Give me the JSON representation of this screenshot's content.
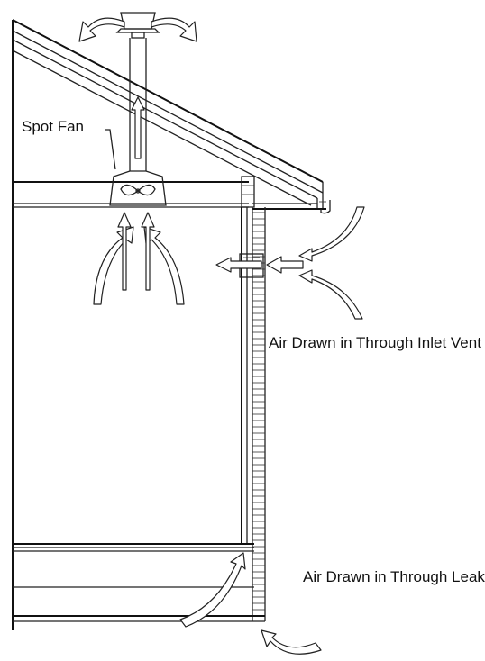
{
  "labels": {
    "spot_fan": "Spot Fan",
    "inlet_vent": "Air Drawn in Through Inlet Vent",
    "leaks": "Air Drawn in Through Leaks"
  },
  "colors": {
    "line": "#222222",
    "background": "#ffffff"
  }
}
